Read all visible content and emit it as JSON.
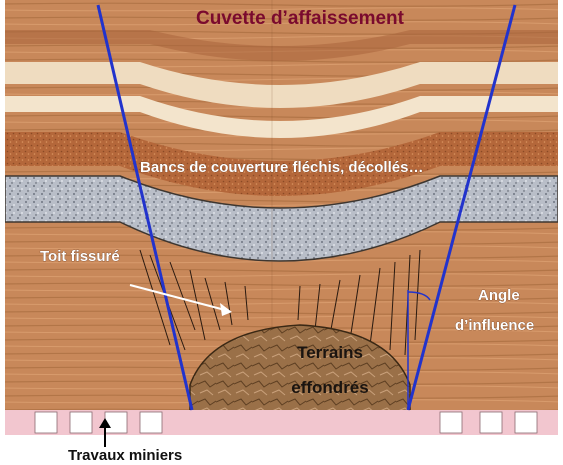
{
  "title": "Cuvette d’affaissement",
  "labels": {
    "bancs": "Bancs de couverture fléchis, décollés…",
    "toit": "Toit fissuré",
    "angle_line1": "Angle",
    "angle_line2": "d’influence",
    "terrains_line1": "Terrains",
    "terrains_line2": "effondrés",
    "travaux": "Travaux miniers"
  },
  "colors": {
    "wood": "#c8885a",
    "wood_dark": "#a9653c",
    "pale_band": "#efdcc0",
    "orange_band": "#b4673a",
    "granite": "#b9bec8",
    "rubble": "#9a7048",
    "influence_line": "#2233cc",
    "mine_floor": "#f2c6cf",
    "title": "#7a0a2e"
  }
}
